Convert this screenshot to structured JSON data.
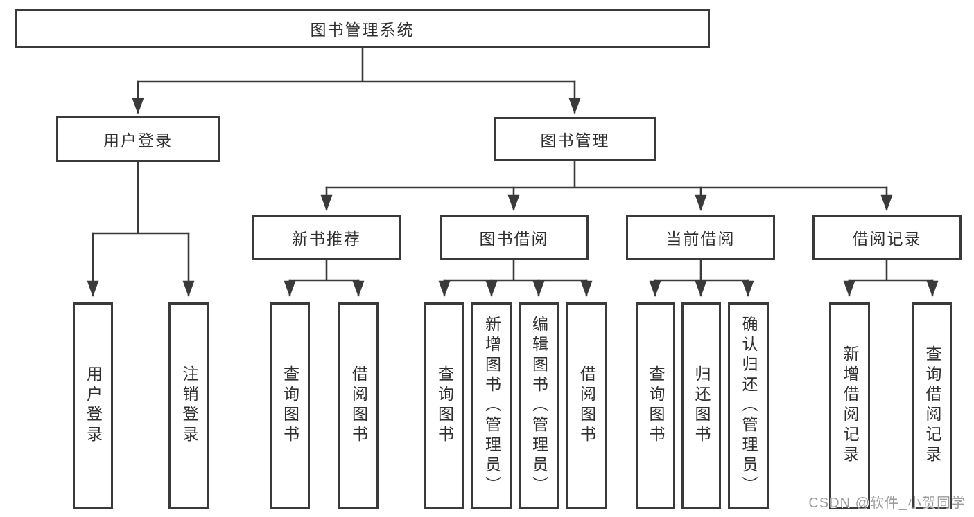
{
  "diagram": {
    "nodes": {
      "root": "图书管理系统",
      "user_login": "用户登录",
      "book_mgmt": "图书管理",
      "login_action": "用户登录",
      "logout_action": "注销登录",
      "new_book_rec": "新书推荐",
      "book_borrow": "图书借阅",
      "current_borrow": "当前借阅",
      "borrow_record": "借阅记录",
      "nbr_query_book": "查询图书",
      "nbr_borrow_book": "借阅图书",
      "bb_query_book": "查询图书",
      "bb_add_book": "新增图书（管理员）",
      "bb_edit_book": "编辑图书（管理员）",
      "bb_borrow_book": "借阅图书",
      "cb_query_book": "查询图书",
      "cb_return_book": "归还图书",
      "cb_confirm_return": "确认归还（管理员）",
      "br_add_record": "新增借阅记录",
      "br_query_record": "查询借阅记录"
    },
    "line_color": "#3a3a3a",
    "watermark": "CSDN @软件_小贺同学"
  }
}
